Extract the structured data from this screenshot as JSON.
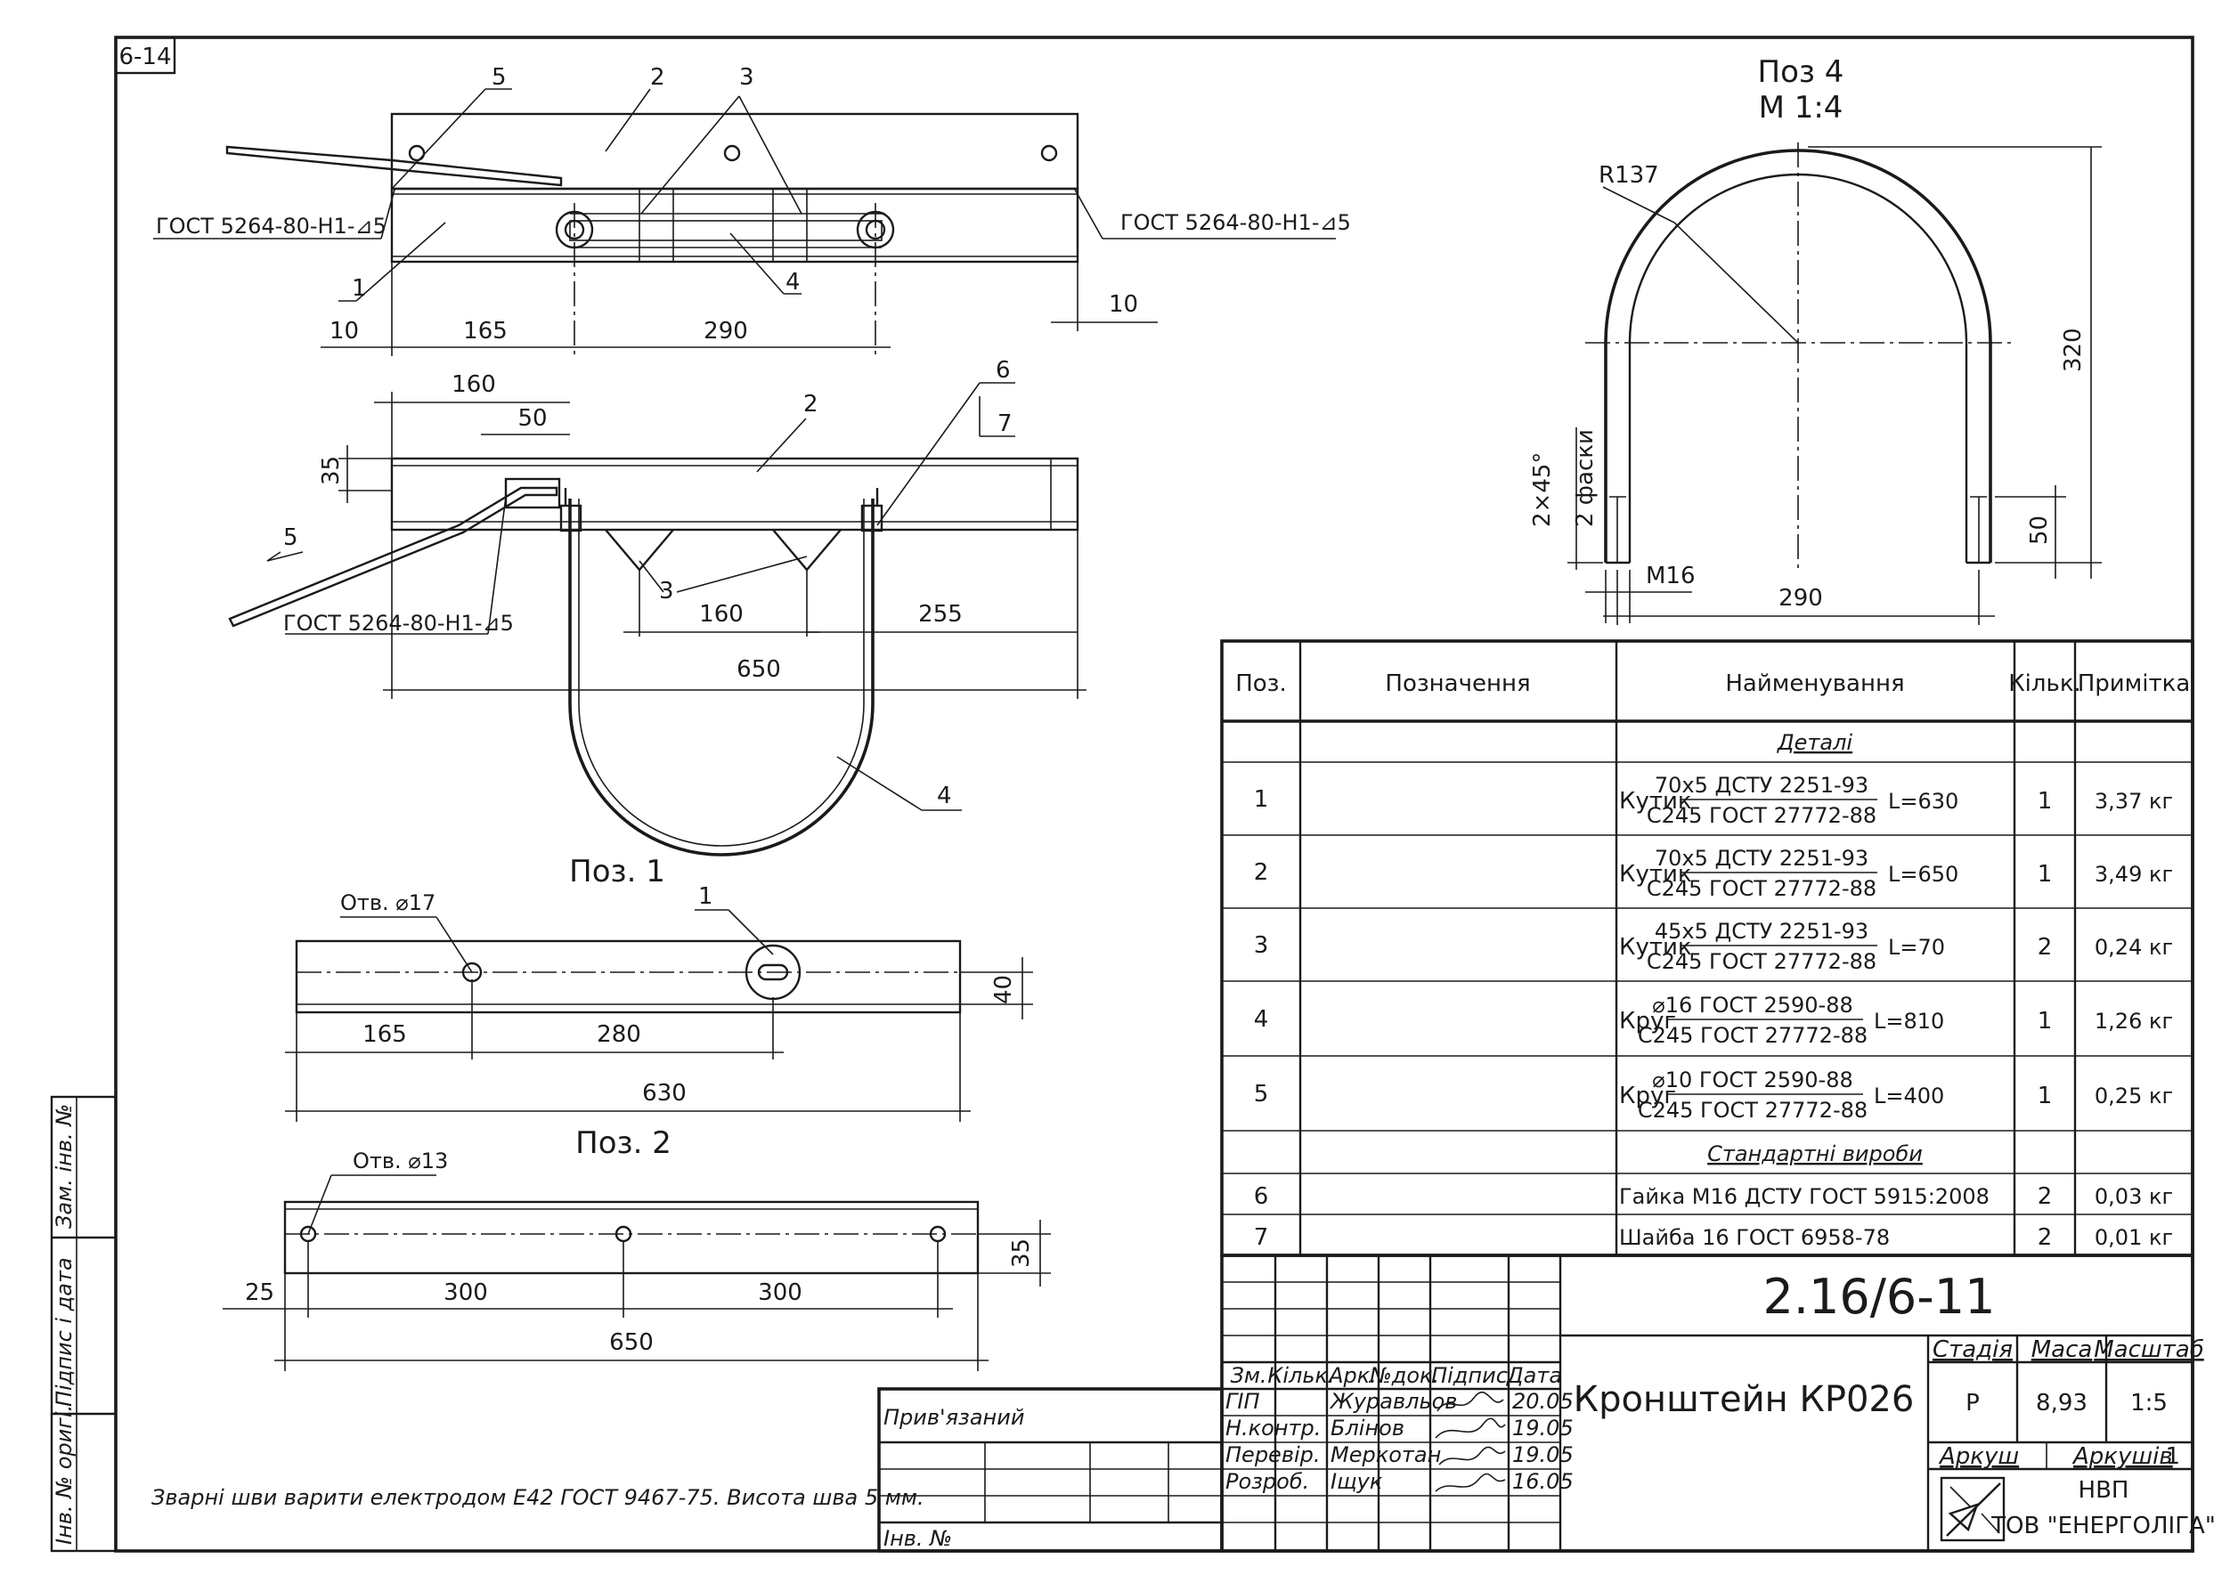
{
  "sheet_number": "6-14",
  "side_stamp": {
    "replaced_inv": "Зам. інв. №",
    "sign_date": "Підпис і дата",
    "orig_inv": "Інв. № оригі."
  },
  "top_view": {
    "leaders": [
      "5",
      "2",
      "3",
      "1",
      "4",
      "10"
    ],
    "weld_left": "ГОСТ 5264-80-Н1-⊿5",
    "weld_right": "ГОСТ 5264-80-Н1-⊿5",
    "dims": [
      "10",
      "165",
      "290"
    ]
  },
  "front_view": {
    "dims": [
      "160",
      "50",
      "35",
      "160",
      "255",
      "650"
    ],
    "leaders": [
      "6",
      "7",
      "2",
      "5",
      "3",
      "4"
    ],
    "weld": "ГОСТ 5264-80-Н1-⊿5"
  },
  "pos4": {
    "title": "Поз 4",
    "scale": "М 1:4",
    "radius": "R137",
    "height": "320",
    "chamfer": "2×45°",
    "chamfer_note": "2 фаски",
    "thread": "М16",
    "thread_len": "50",
    "width": "290"
  },
  "pos1": {
    "title": "Поз. 1",
    "hole": "Отв. ⌀17",
    "leader": "1",
    "dims": [
      "165",
      "280",
      "630",
      "40"
    ]
  },
  "pos2": {
    "title": "Поз. 2",
    "hole": "Отв. ⌀13",
    "dims": [
      "25",
      "300",
      "300",
      "650",
      "35"
    ]
  },
  "note": "Зварні шви варити електродом Е42 ГОСТ 9467-75. Висота шва 5 мм.",
  "spec_table": {
    "headers": [
      "Поз.",
      "Позначення",
      "Найменування",
      "Кільк.",
      "Примітка"
    ],
    "section_details": "Деталі",
    "section_standard": "Стандартні вироби",
    "rows": [
      {
        "pos": "1",
        "prefix": "Кутик",
        "top": "70х5 ДСТУ 2251-93",
        "bottom": "С245 ГОСТ 27772-88",
        "len": "L=630",
        "qty": "1",
        "note": "3,37 кг"
      },
      {
        "pos": "2",
        "prefix": "Кутик",
        "top": "70х5 ДСТУ 2251-93",
        "bottom": "С245 ГОСТ 27772-88",
        "len": "L=650",
        "qty": "1",
        "note": "3,49 кг"
      },
      {
        "pos": "3",
        "prefix": "Кутик",
        "top": "45х5 ДСТУ 2251-93",
        "bottom": "С245 ГОСТ 27772-88",
        "len": "L=70",
        "qty": "2",
        "note": "0,24 кг"
      },
      {
        "pos": "4",
        "prefix": "Круг",
        "top": "⌀16 ГОСТ 2590-88",
        "bottom": "С245 ГОСТ 27772-88",
        "len": "L=810",
        "qty": "1",
        "note": "1,26 кг"
      },
      {
        "pos": "5",
        "prefix": "Круг",
        "top": "⌀10 ГОСТ 2590-88",
        "bottom": "С245 ГОСТ 27772-88",
        "len": "L=400",
        "qty": "1",
        "note": "0,25 кг"
      }
    ],
    "std_rows": [
      {
        "pos": "6",
        "name": "Гайка М16 ДСТУ ГОСТ 5915:2008",
        "qty": "2",
        "note": "0,03 кг"
      },
      {
        "pos": "7",
        "name": "Шайба 16 ГОСТ 6958-78",
        "qty": "2",
        "note": "0,01 кг"
      }
    ]
  },
  "title_block": {
    "doc_code": "2.16/6-11",
    "product_name": "Кронштейн КР026",
    "col_headers": [
      "Зм.",
      "Кільк.",
      "Арк.",
      "№док.",
      "Підпис",
      "Дата"
    ],
    "staff": [
      {
        "role": "ГІП",
        "name": "Журавльов",
        "date": "20.05"
      },
      {
        "role": "Н.контр.",
        "name": "Блінов",
        "date": "19.05"
      },
      {
        "role": "Перевір.",
        "name": "Меркотан",
        "date": "19.05"
      },
      {
        "role": "Розроб.",
        "name": "Іщук",
        "date": "16.05"
      }
    ],
    "stage_label": "Стадія",
    "mass_label": "Маса",
    "scale_label": "Масштаб",
    "stage": "Р",
    "mass": "8,93",
    "scale": "1:5",
    "sheet_label": "Аркуш",
    "sheets_label": "Аркушів",
    "sheets": "1",
    "org_line1": "НВП",
    "org_line2": "ТОВ \"ЕНЕРГОЛІГА\"",
    "bound_label": "Прив'язаний",
    "inv_label": "Інв. №"
  },
  "logo_icon": "company-logo-icon"
}
